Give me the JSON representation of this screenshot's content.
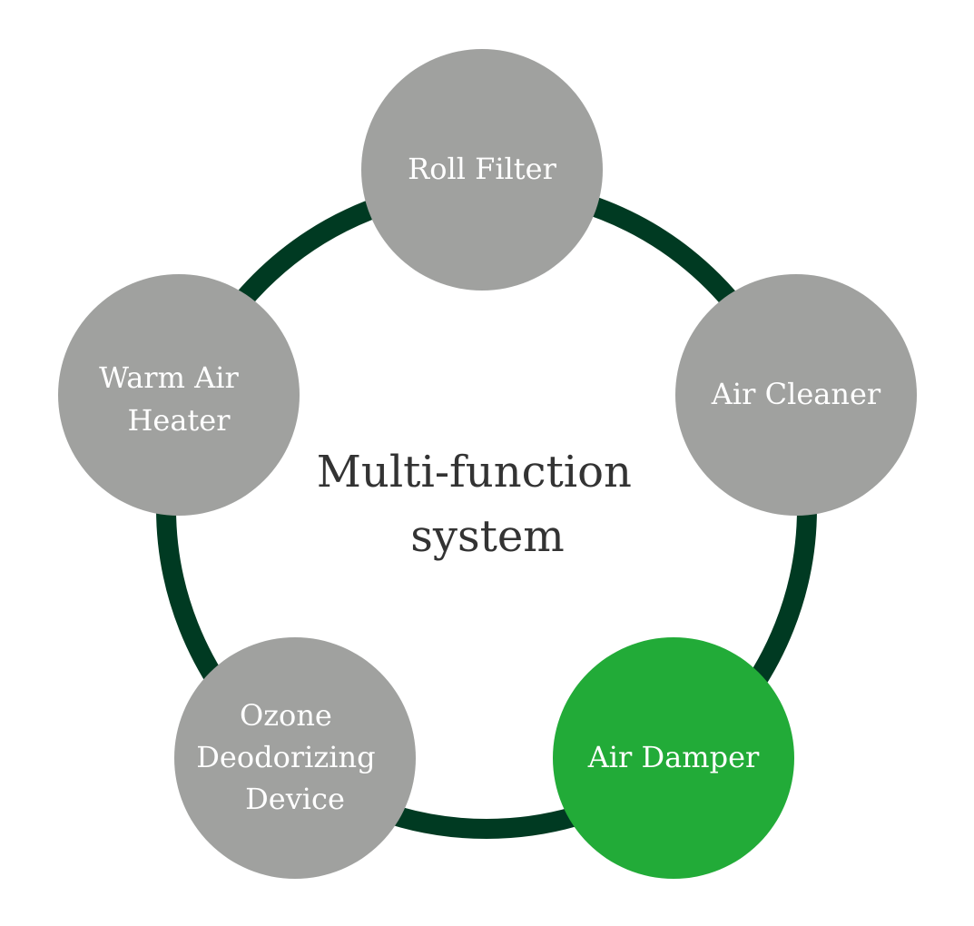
{
  "diagram": {
    "center_lines": [
      "Multi-function",
      "system"
    ],
    "nodes": [
      {
        "lines": [
          "Roll Filter"
        ],
        "color": "#a0a19f",
        "highlighted": false
      },
      {
        "lines": [
          "Air Cleaner"
        ],
        "color": "#a0a19f",
        "highlighted": false
      },
      {
        "lines": [
          "Air Damper"
        ],
        "color": "#22ab38",
        "highlighted": true
      },
      {
        "lines": [
          "Ozone",
          "Deodorizing",
          "Device"
        ],
        "color": "#a0a19f",
        "highlighted": false
      },
      {
        "lines": [
          "Warm Air",
          "Heater"
        ],
        "color": "#a0a19f",
        "highlighted": false
      }
    ],
    "ring_color": "#003a22",
    "text_color": "#333333"
  }
}
